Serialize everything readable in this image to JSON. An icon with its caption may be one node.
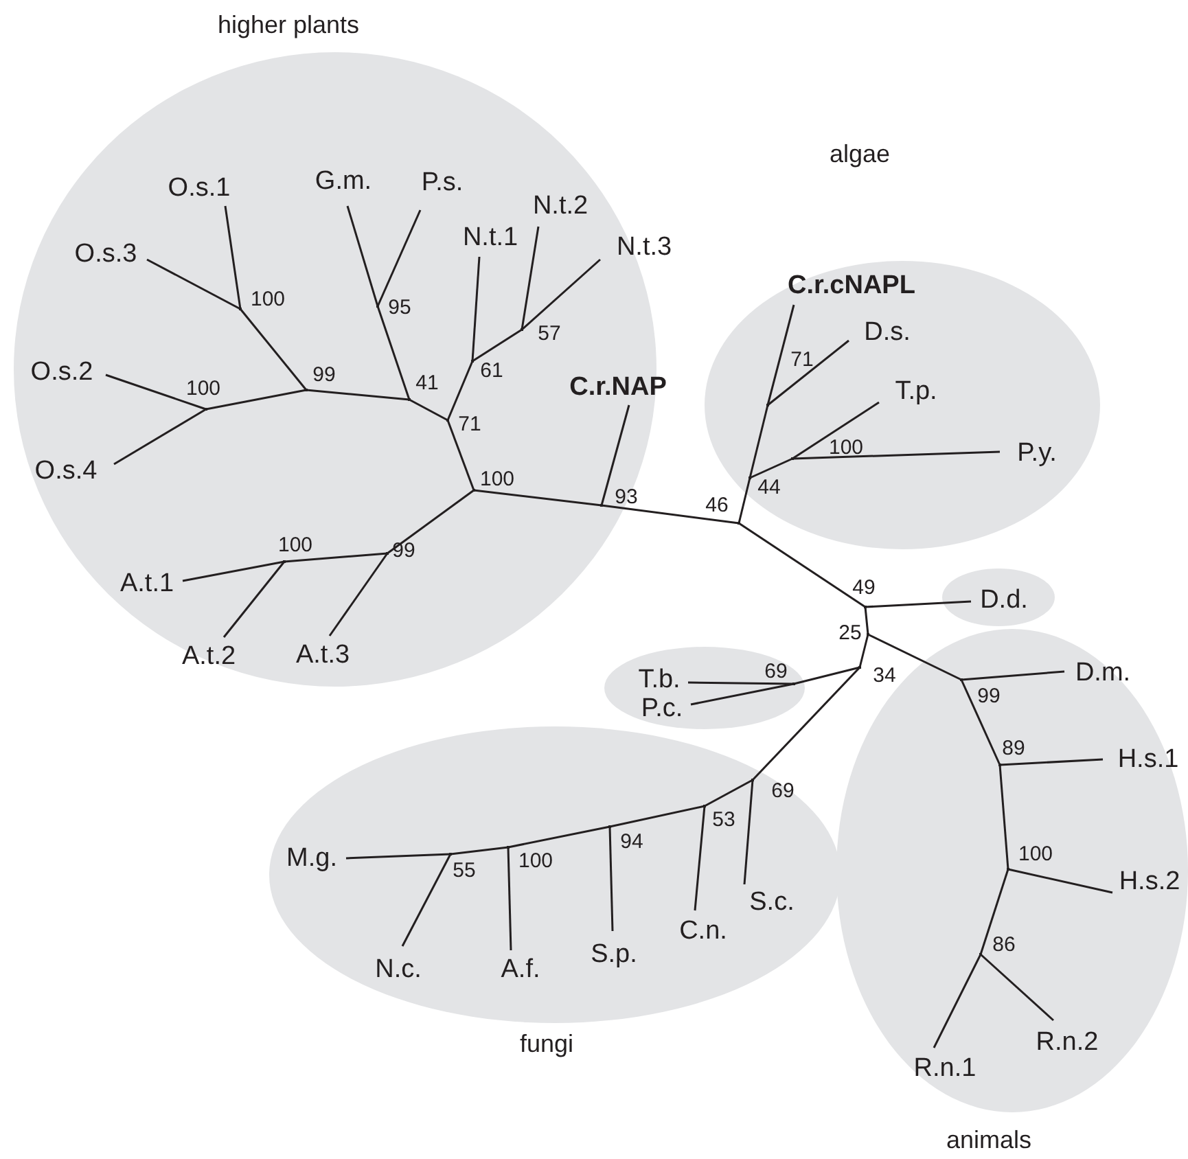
{
  "diagram": {
    "nodes": [
      {
        "text": [
          "higher plants"
        ]
      },
      {
        "text": [
          "algae"
        ]
      },
      {
        "text": [],
        "shape": "ellipse"
      },
      {
        "text": [],
        "shape": "ellipse"
      },
      {
        "text": [
          "fungi"
        ]
      },
      {
        "text": [
          "animals"
        ]
      },
      {
        "text": [
          "O.s.1"
        ],
        "in": 0
      },
      {
        "text": [
          "O.s.3"
        ],
        "in": 0
      },
      {
        "text": [
          "O.s.2"
        ],
        "in": 0
      },
      {
        "text": [
          "O.s.4"
        ],
        "in": 0
      },
      {
        "text": [
          "G.m."
        ],
        "in": 0
      },
      {
        "text": [
          "P.s."
        ],
        "in": 0
      },
      {
        "text": [
          "N.t.1"
        ],
        "in": 0
      },
      {
        "text": [
          "N.t.2"
        ],
        "in": 0
      },
      {
        "text": [
          "N.t.3"
        ],
        "in": 0
      },
      {
        "text": [
          "C.r.NAP"
        ],
        "in": 0
      },
      {
        "text": [
          "A.t.1"
        ],
        "in": 0
      },
      {
        "text": [
          "A.t.2"
        ],
        "in": 0
      },
      {
        "text": [
          "A.t.3"
        ],
        "in": 0
      },
      {
        "text": [
          "C.r.cNAPL"
        ],
        "in": 1
      },
      {
        "text": [
          "D.s."
        ],
        "in": 1
      },
      {
        "text": [
          "T.p."
        ],
        "in": 1
      },
      {
        "text": [
          "P.y."
        ],
        "in": 1
      },
      {
        "text": [
          "D.d."
        ],
        "in": 2
      },
      {
        "text": [
          "T.b."
        ],
        "in": 3
      },
      {
        "text": [
          "P.c."
        ],
        "in": 3
      },
      {
        "text": [
          "M.g."
        ],
        "in": 4
      },
      {
        "text": [
          "N.c."
        ],
        "in": 4
      },
      {
        "text": [
          "A.f."
        ],
        "in": 4
      },
      {
        "text": [
          "S.p."
        ],
        "in": 4
      },
      {
        "text": [
          "C.n."
        ],
        "in": 4
      },
      {
        "text": [
          "S.c."
        ],
        "in": 4
      },
      {
        "text": [
          "D.m."
        ],
        "in": 5
      },
      {
        "text": [
          "H.s.1"
        ],
        "in": 5
      },
      {
        "text": [
          "H.s.2"
        ],
        "in": 5
      },
      {
        "text": [
          "R.n.1"
        ],
        "in": 5
      },
      {
        "text": [
          "R.n.2"
        ],
        "in": 5
      },
      {
        "text": [],
        "shape": "point",
        "beside": [
          "100"
        ],
        "in": 0
      },
      {
        "text": [],
        "shape": "point",
        "beside": [
          "100"
        ],
        "in": 0
      },
      {
        "text": [],
        "shape": "point",
        "beside": [
          "99"
        ],
        "in": 0
      },
      {
        "text": [],
        "shape": "point",
        "beside": [
          "95"
        ],
        "in": 0
      },
      {
        "text": [],
        "shape": "point",
        "beside": [
          "41"
        ],
        "in": 0
      },
      {
        "text": [],
        "shape": "point",
        "beside": [
          "57"
        ],
        "in": 0
      },
      {
        "text": [],
        "shape": "point",
        "beside": [
          "61"
        ],
        "in": 0
      },
      {
        "text": [],
        "shape": "point",
        "beside": [
          "71"
        ],
        "in": 0
      },
      {
        "text": [],
        "shape": "point",
        "beside": [
          "100"
        ],
        "in": 0
      },
      {
        "text": [],
        "shape": "point",
        "beside": [
          "93"
        ],
        "in": 0
      },
      {
        "text": [],
        "shape": "point",
        "beside": [
          "100"
        ],
        "in": 0
      },
      {
        "text": [],
        "shape": "point",
        "beside": [
          "99"
        ],
        "in": 0
      },
      {
        "text": [],
        "shape": "point",
        "beside": [
          "71"
        ],
        "in": 1
      },
      {
        "text": [],
        "shape": "point",
        "beside": [
          "100"
        ],
        "in": 1
      },
      {
        "text": [],
        "shape": "point",
        "beside": [
          "44"
        ],
        "in": 1
      },
      {
        "text": [],
        "shape": "point",
        "beside": [
          "46"
        ]
      },
      {
        "text": [],
        "shape": "point",
        "beside": [
          "49"
        ]
      },
      {
        "text": [],
        "shape": "point",
        "beside": [
          "25"
        ]
      },
      {
        "text": [],
        "shape": "point",
        "beside": [
          "34"
        ]
      },
      {
        "text": [],
        "shape": "point",
        "beside": [
          "69"
        ],
        "in": 3
      },
      {
        "text": [],
        "shape": "point",
        "beside": [
          "69"
        ],
        "in": 4
      },
      {
        "text": [],
        "shape": "point",
        "beside": [
          "53"
        ],
        "in": 4
      },
      {
        "text": [],
        "shape": "point",
        "beside": [
          "94"
        ],
        "in": 4
      },
      {
        "text": [],
        "shape": "point",
        "beside": [
          "100"
        ],
        "in": 4
      },
      {
        "text": [],
        "shape": "point",
        "beside": [
          "55"
        ],
        "in": 4
      },
      {
        "text": [],
        "shape": "point",
        "beside": [
          "99"
        ],
        "in": 5
      },
      {
        "text": [],
        "shape": "point",
        "beside": [
          "89"
        ],
        "in": 5
      },
      {
        "text": [],
        "shape": "point",
        "beside": [
          "100"
        ],
        "in": 5
      },
      {
        "text": [],
        "shape": "point",
        "beside": [
          "86"
        ],
        "in": 5
      }
    ],
    "edges": [
      {
        "from": 37,
        "to": 6,
        "arrow": "none"
      },
      {
        "from": 37,
        "to": 7,
        "arrow": "none"
      },
      {
        "from": 39,
        "to": 37,
        "arrow": "none"
      },
      {
        "from": 38,
        "to": 8,
        "arrow": "none"
      },
      {
        "from": 38,
        "to": 9,
        "arrow": "none"
      },
      {
        "from": 39,
        "to": 38,
        "arrow": "none"
      },
      {
        "from": 41,
        "to": 39,
        "arrow": "none"
      },
      {
        "from": 40,
        "to": 10,
        "arrow": "none"
      },
      {
        "from": 40,
        "to": 11,
        "arrow": "none"
      },
      {
        "from": 41,
        "to": 40,
        "arrow": "none"
      },
      {
        "from": 44,
        "to": 41,
        "arrow": "none"
      },
      {
        "from": 42,
        "to": 13,
        "arrow": "none"
      },
      {
        "from": 42,
        "to": 14,
        "arrow": "none"
      },
      {
        "from": 43,
        "to": 42,
        "arrow": "none"
      },
      {
        "from": 43,
        "to": 12,
        "arrow": "none"
      },
      {
        "from": 44,
        "to": 43,
        "arrow": "none"
      },
      {
        "from": 45,
        "to": 44,
        "arrow": "none"
      },
      {
        "from": 47,
        "to": 16,
        "arrow": "none"
      },
      {
        "from": 47,
        "to": 17,
        "arrow": "none"
      },
      {
        "from": 48,
        "to": 47,
        "arrow": "none"
      },
      {
        "from": 48,
        "to": 18,
        "arrow": "none"
      },
      {
        "from": 45,
        "to": 48,
        "arrow": "none"
      },
      {
        "from": 45,
        "to": 46,
        "arrow": "none"
      },
      {
        "from": 46,
        "to": 15,
        "arrow": "none"
      },
      {
        "from": 52,
        "to": 46,
        "arrow": "none"
      },
      {
        "from": 49,
        "to": 19,
        "arrow": "none"
      },
      {
        "from": 49,
        "to": 20,
        "arrow": "none"
      },
      {
        "from": 51,
        "to": 49,
        "arrow": "none"
      },
      {
        "from": 50,
        "to": 21,
        "arrow": "none"
      },
      {
        "from": 50,
        "to": 22,
        "arrow": "none"
      },
      {
        "from": 51,
        "to": 50,
        "arrow": "none"
      },
      {
        "from": 52,
        "to": 51,
        "arrow": "none"
      },
      {
        "from": 52,
        "to": 53,
        "arrow": "none"
      },
      {
        "from": 53,
        "to": 23,
        "arrow": "none"
      },
      {
        "from": 53,
        "to": 54,
        "arrow": "none"
      },
      {
        "from": 54,
        "to": 55,
        "arrow": "none"
      },
      {
        "from": 56,
        "to": 24,
        "arrow": "none"
      },
      {
        "from": 56,
        "to": 25,
        "arrow": "none"
      },
      {
        "from": 55,
        "to": 56,
        "arrow": "none"
      },
      {
        "from": 55,
        "to": 57,
        "arrow": "none"
      },
      {
        "from": 57,
        "to": 31,
        "arrow": "none"
      },
      {
        "from": 57,
        "to": 58,
        "arrow": "none"
      },
      {
        "from": 58,
        "to": 30,
        "arrow": "none"
      },
      {
        "from": 58,
        "to": 59,
        "arrow": "none"
      },
      {
        "from": 59,
        "to": 29,
        "arrow": "none"
      },
      {
        "from": 59,
        "to": 60,
        "arrow": "none"
      },
      {
        "from": 60,
        "to": 28,
        "arrow": "none"
      },
      {
        "from": 60,
        "to": 61,
        "arrow": "none"
      },
      {
        "from": 61,
        "to": 26,
        "arrow": "none"
      },
      {
        "from": 61,
        "to": 27,
        "arrow": "none"
      },
      {
        "from": 54,
        "to": 62,
        "arrow": "none"
      },
      {
        "from": 62,
        "to": 32,
        "arrow": "none"
      },
      {
        "from": 62,
        "to": 63,
        "arrow": "none"
      },
      {
        "from": 63,
        "to": 33,
        "arrow": "none"
      },
      {
        "from": 63,
        "to": 64,
        "arrow": "none"
      },
      {
        "from": 64,
        "to": 34,
        "arrow": "none"
      },
      {
        "from": 64,
        "to": 65,
        "arrow": "none"
      },
      {
        "from": 65,
        "to": 35,
        "arrow": "none"
      },
      {
        "from": 65,
        "to": 36,
        "arrow": "none"
      }
    ]
  }
}
